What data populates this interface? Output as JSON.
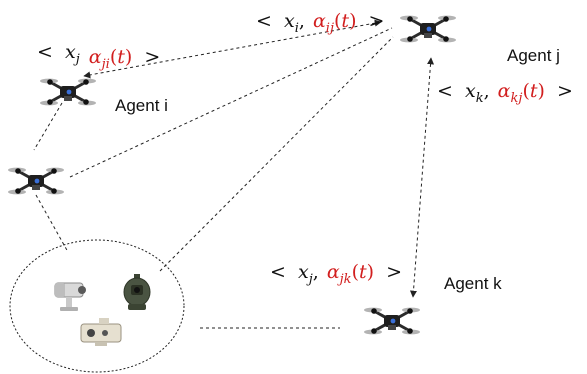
{
  "colors": {
    "text": "#111111",
    "alpha": "#d21f1f",
    "line": "#222222",
    "drone_body": "#2b2b2b"
  },
  "agents": [
    {
      "id": "i",
      "label": "Agent i"
    },
    {
      "id": "j",
      "label": "Agent j"
    },
    {
      "id": "k",
      "label": "Agent k"
    }
  ],
  "messages": [
    {
      "id": "msg-xj-alpha-ji",
      "x_sub": "j",
      "alpha_sub": "ji",
      "arg": "t",
      "separator": ""
    },
    {
      "id": "msg-xi-alpha-ij",
      "x_sub": "i",
      "alpha_sub": "ij",
      "arg": "t",
      "separator": ","
    },
    {
      "id": "msg-xk-alpha-kj",
      "x_sub": "k",
      "alpha_sub": "kj",
      "arg": "t",
      "separator": ","
    },
    {
      "id": "msg-xj-alpha-jk",
      "x_sub": "j",
      "alpha_sub": "jk",
      "arg": "t",
      "separator": ","
    }
  ],
  "symbols": {
    "open": "<",
    "close": ">",
    "x": "x",
    "alpha": "α",
    "lparen": "(",
    "rparen": ")"
  },
  "icons": {
    "drone": "quadcopter-drone-icon",
    "cameras": [
      "ptz-camera-icon",
      "gimbal-camera-icon",
      "box-camera-icon"
    ]
  }
}
